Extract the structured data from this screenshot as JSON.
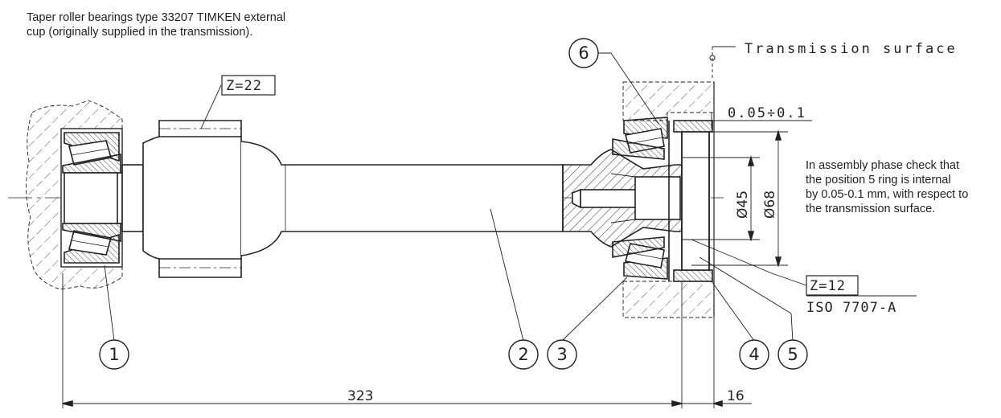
{
  "notes": {
    "bearing_note": "Taper roller bearings type 33207 TIMKEN external\ncup (originally supplied in the transmission).",
    "assembly_note": "In assembly phase check that\nthe position 5 ring is internal\nby 0.05-0.1 mm, with respect to\nthe transmission surface."
  },
  "labels": {
    "transmission_surface": "Transmission surface",
    "gear_left": "Z=22",
    "gear_right": "Z=12",
    "iso": "ISO 7707-A",
    "tolerance": "0.05÷0.1"
  },
  "dimensions": {
    "length_main": "323",
    "length_offset": "16",
    "dia_inner": "Ø45",
    "dia_outer": "Ø68"
  },
  "callouts": [
    "1",
    "2",
    "3",
    "4",
    "5",
    "6"
  ],
  "colors": {
    "line": "#222222",
    "background": "#ffffff"
  }
}
